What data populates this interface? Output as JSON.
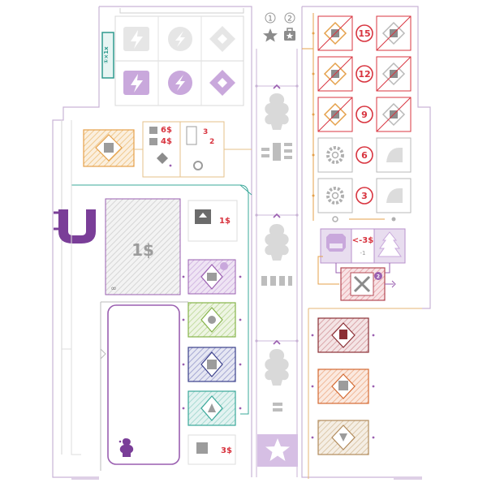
{
  "colors": {
    "purple": "#9a5fb0",
    "purple_light": "#d9c2e6",
    "grey": "#b8b8b8",
    "grey_light": "#e9e9e9",
    "red": "#d8343f",
    "orange": "#e5a14b",
    "green": "#86b34a",
    "navy": "#3a3f8a",
    "teal": "#3aa89a",
    "maroon": "#8b2f35",
    "rust": "#d46a33",
    "tan": "#b28b5c"
  },
  "top_banner": {
    "tracker_label": "①×1x",
    "icons": [
      "lightning-icon",
      "drop-icon",
      "diamond-icon"
    ]
  },
  "round_markers": [
    {
      "number": "1",
      "icon": "star-icon"
    },
    {
      "number": "2",
      "icon": "star-bag-icon"
    }
  ],
  "market": {
    "cost_tokens": [
      "15",
      "12",
      "9",
      "6",
      "3"
    ],
    "discount_label": "<-3$",
    "discount_sub": "-1"
  },
  "left_panel": {
    "card_costs": [
      "6$",
      "4$"
    ],
    "card_costs_b": [
      "3",
      "2"
    ],
    "big_card_value": "1$",
    "small_card_value": "1$",
    "infinity_label": "∞",
    "bottom_cost": "3$"
  },
  "player_marker": "U"
}
